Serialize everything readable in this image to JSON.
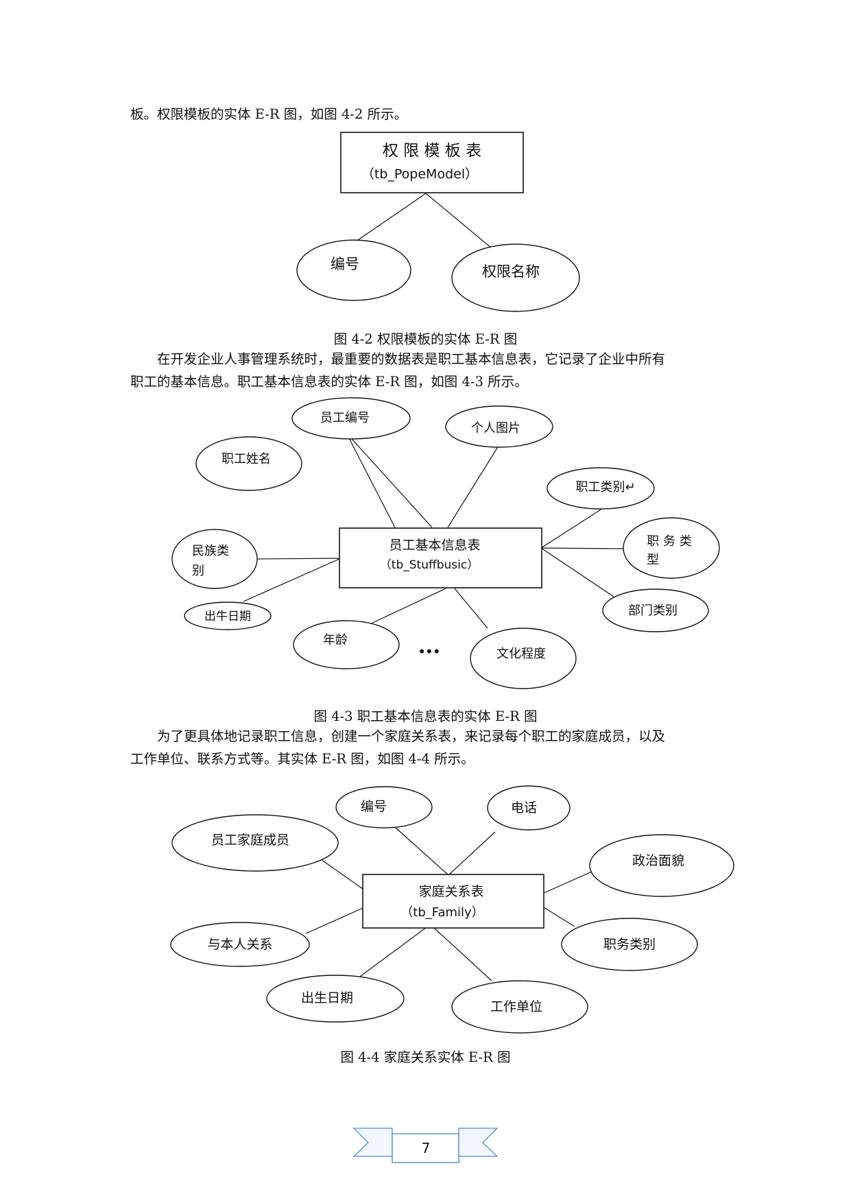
{
  "paragraphs": {
    "p1": "板。权限模板的实体 E-R 图，如图 4-2 所示。",
    "p2_line1": "在开发企业人事管理系统时，最重要的数据表是职工基本信息表，它记录了企业中所有",
    "p2_line2": "职工的基本信息。职工基本信息表的实体 E-R 图，如图 4-3 所示。",
    "p3_line1": "为了更具体地记录职工信息，创建一个家庭关系表，来记录每个职工的家庭成员，以及",
    "p3_line2": "工作单位、联系方式等。其实体 E-R 图，如图 4-4 所示。"
  },
  "figure_4_2": {
    "entity_name": "权 限 模 板 表",
    "entity_table": "（tb_PopeModel）",
    "attributes": [
      "编号",
      "权限名称"
    ],
    "caption": "图 4-2  权限模板的实体 E-R 图"
  },
  "figure_4_3": {
    "entity_name": "员工基本信息表",
    "entity_table": "（tb_Stuffbusic）",
    "attributes": [
      "员工编号",
      "个人图片",
      "职工姓名",
      "职工类别↵",
      "民族类",
      "别",
      "职 务 类",
      "型",
      "部门类别",
      "出牛日期",
      "年龄",
      "文化程度"
    ],
    "ellipsis": "•••",
    "caption": "图 4-3  职工基本信息表的实体 E-R 图"
  },
  "figure_4_4": {
    "entity_name": "家庭关系表",
    "entity_table": "（tb_Family）",
    "attributes": [
      "编号",
      "电话",
      "员工家庭成员",
      "政治面貌",
      "与本人关系",
      "职务类别",
      "出生日期",
      "工作单位"
    ],
    "caption": "图 4-4  家庭关系实体 E-R 图"
  },
  "footer": {
    "page_number": "7"
  }
}
